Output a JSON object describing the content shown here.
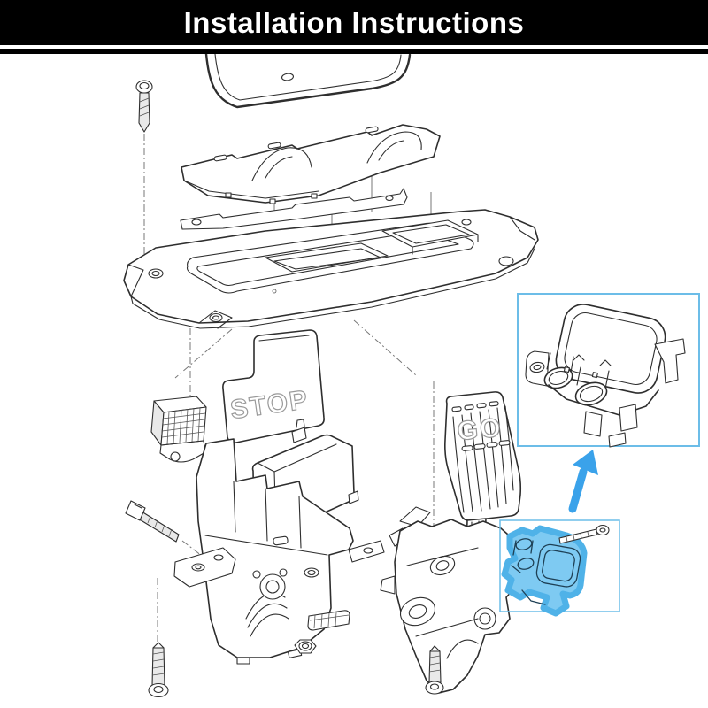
{
  "header": {
    "title": "Installation Instructions"
  },
  "diagram": {
    "labels": {
      "stop_pedal": "STOP",
      "go_pedal": "GO"
    },
    "colors": {
      "header_bg": "#000000",
      "header_text": "#ffffff",
      "line": "#2e2e2e",
      "accent_blue": "#3aa2ea",
      "callout_border": "#6cbde8",
      "highlight_fill": "#7ecaf2",
      "highlight_glow": "#4fb2e8"
    },
    "icons": {
      "zoom_arrow": "arrow-up-icon"
    }
  }
}
